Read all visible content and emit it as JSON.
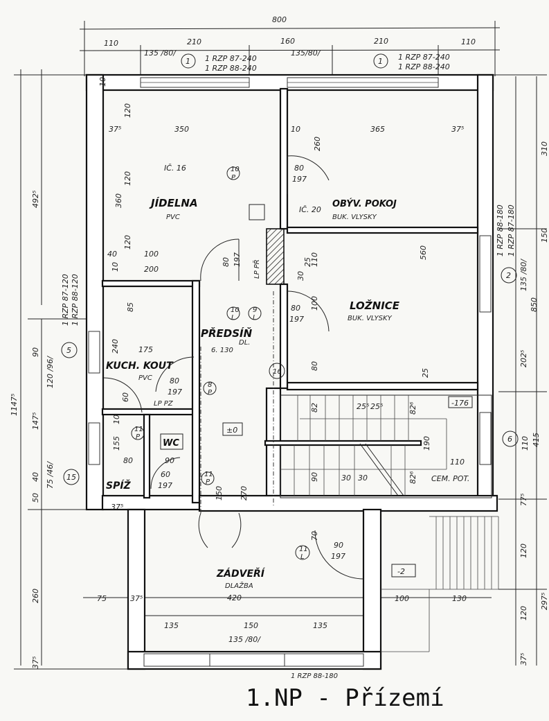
{
  "title": "1.NP - Přízemí",
  "rooms": {
    "jidelna": {
      "name": "JÍDELNA",
      "floor": "PVC"
    },
    "obyvak": {
      "name": "OBÝV. POKOJ",
      "floor": "BUK. VLYSKY"
    },
    "loznice": {
      "name": "LOŽNICE",
      "floor": "BUK. VLYSKY"
    },
    "predsin": {
      "name": "PŘEDSÍŇ",
      "floor": "DL.",
      "area": "6. 130"
    },
    "kuchkout": {
      "name": "KUCH. KOUT",
      "floor": "PVC"
    },
    "wc": {
      "name": "WC"
    },
    "spiz": {
      "name": "SPÍŽ"
    },
    "zadveri": {
      "name": "ZÁDVEŘÍ",
      "floor": "DLAŽBA",
      "width": "420"
    },
    "cempot": {
      "name": "CEM. POT."
    }
  },
  "levels": {
    "stair": "-176",
    "entry": "-2",
    "zero": "±0"
  },
  "top_dims": {
    "total": "800",
    "segments": [
      "110",
      "210",
      "160",
      "210",
      "110"
    ],
    "window_left": "135 /80/",
    "window_right": "135/80/"
  },
  "window_tags": [
    {
      "num": "1",
      "line1": "1 RZP 87-240",
      "line2": "1 RZP 88-240"
    },
    {
      "num": "1",
      "line1": "1 RZP 87-240",
      "line2": "1 RZP 88-240"
    },
    {
      "num": "2",
      "line1": "1 RZP 88-180",
      "line2": "1 RZP 87-180",
      "size": "135 /80/"
    },
    {
      "num": "5",
      "line1": "1 RZP 87-120",
      "line2": "1 RZP 88-120",
      "size": "120 /96/"
    },
    {
      "num": "6",
      "size": "110"
    },
    {
      "num": "15",
      "size": "75 /46/"
    }
  ],
  "left_dims": {
    "total": "1147⁵",
    "upper": "492⁵",
    "d1": "90",
    "d2": "147⁵",
    "d3": "40",
    "d4": "50",
    "d5": "260",
    "d6": "37⁵"
  },
  "right_dims": {
    "d1": "310",
    "d2": "150",
    "d3": "850",
    "d4": "202⁵",
    "d5": "415",
    "d6": "77⁵",
    "d7": "120",
    "d8": "297⁵",
    "d9": "120",
    "d10": "37⁵"
  },
  "inner_dims": [
    "350",
    "365",
    "37⁵",
    "37⁵",
    "10",
    "10",
    "120",
    "360",
    "120",
    "120",
    "100",
    "200",
    "40",
    "10",
    "260",
    "85",
    "175",
    "240",
    "560",
    "100",
    "110",
    "30",
    "25",
    "80",
    "25",
    "25⁵",
    "25⁵",
    "82",
    "82⁶",
    "82⁶",
    "190",
    "110",
    "90",
    "30",
    "30",
    "150",
    "270",
    "70",
    "100",
    "130",
    "75",
    "37⁵",
    "135",
    "150",
    "135",
    "135 /80/",
    "60",
    "155",
    "80",
    "90",
    "10",
    "37⁵"
  ],
  "doors": [
    {
      "num": "10",
      "side": "P",
      "size": "80",
      "height": "197"
    },
    {
      "num": "10",
      "side": "L",
      "size": "80",
      "height": "197"
    },
    {
      "num": "9",
      "side": "L"
    },
    {
      "num": "8",
      "side": "P",
      "size": "80",
      "height": "197"
    },
    {
      "num": "11",
      "side": "P",
      "size": "60",
      "height": "197"
    },
    {
      "num": "11",
      "side": "P"
    },
    {
      "num": "11",
      "side": "L",
      "size": "90",
      "height": "197"
    },
    {
      "num": "16"
    }
  ],
  "notes": [
    "IČ. 16",
    "IČ. 20",
    "LP PŘ",
    "LP PZ",
    "1 RZP 88-180",
    "80",
    "197",
    "80",
    "197"
  ]
}
